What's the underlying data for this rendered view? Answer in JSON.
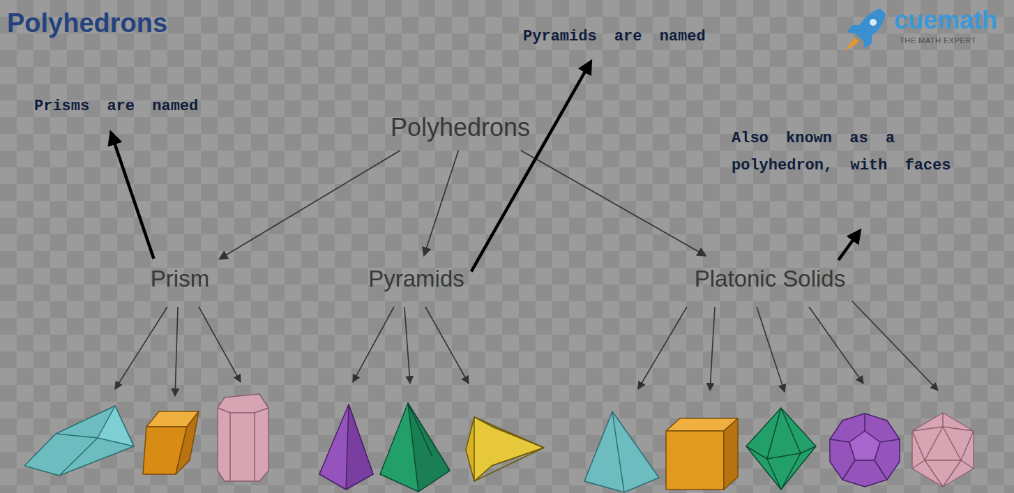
{
  "diagram": {
    "title": "Polyhedrons",
    "nodes": [
      {
        "text": [
          "Polyhedrons"
        ]
      },
      {
        "text": [
          "Prism"
        ]
      },
      {
        "text": [
          "Pyramids"
        ]
      },
      {
        "text": [
          "Platonic Solids"
        ]
      },
      {
        "text": [
          "Prisms are named"
        ]
      },
      {
        "text": [
          "Pyramids are named"
        ]
      },
      {
        "text": [
          "Also known as a polyhedron, with faces"
        ]
      }
    ],
    "edges": [
      {
        "from": 0,
        "to": 1,
        "arrow": "to"
      },
      {
        "from": 0,
        "to": 2,
        "arrow": "to"
      },
      {
        "from": 0,
        "to": 3,
        "arrow": "to"
      },
      {
        "from": 1,
        "to": 4,
        "arrow": "to"
      },
      {
        "from": 2,
        "to": 5,
        "arrow": "to"
      },
      {
        "from": 3,
        "to": 6,
        "arrow": "to"
      }
    ],
    "labels": [
      "cuemath",
      "THE MATH EXPERT"
    ]
  }
}
